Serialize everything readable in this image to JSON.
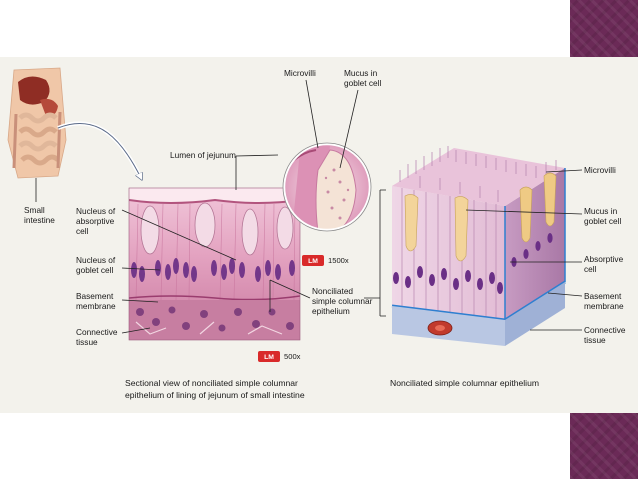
{
  "figure": {
    "organ_label": [
      "Small",
      "intestine"
    ],
    "micrograph": {
      "labels": {
        "lumen": "Lumen of jejunum",
        "microvilli": "Microvilli",
        "mucus": [
          "Mucus in",
          "goblet cell"
        ],
        "nucleus_absorptive": [
          "Nucleus of",
          "absorptive",
          "cell"
        ],
        "nucleus_goblet": [
          "Nucleus of",
          "goblet cell"
        ],
        "basement": [
          "Basement",
          "membrane"
        ],
        "connective": [
          "Connective",
          "tissue"
        ],
        "nonciliated": [
          "Nonciliated",
          "simple columnar",
          "epithelium"
        ]
      },
      "badge_inset": "LM",
      "mag_inset": "1500x",
      "badge_main": "LM",
      "mag_main": "500x",
      "caption": [
        "Sectional view of nonciliated simple columnar",
        "epithelium of lining of jejunum of small intestine"
      ]
    },
    "drawing": {
      "labels": {
        "microvilli": "Microvilli",
        "mucus": [
          "Mucus in",
          "goblet cell"
        ],
        "absorptive": [
          "Absorptive",
          "cell"
        ],
        "basement": [
          "Basement",
          "membrane"
        ],
        "connective": [
          "Connective",
          "tissue"
        ]
      },
      "caption": "Nonciliated simple columnar epithelium"
    }
  },
  "colors": {
    "accent_decor": "#6b2a57",
    "badge": "#d92a2a",
    "panel_bg": "#f3f2ec",
    "tissue_pink": "#e6a6c2",
    "nucleus_purple": "#6a2f86",
    "basement_blue": "#2e7fd0"
  }
}
